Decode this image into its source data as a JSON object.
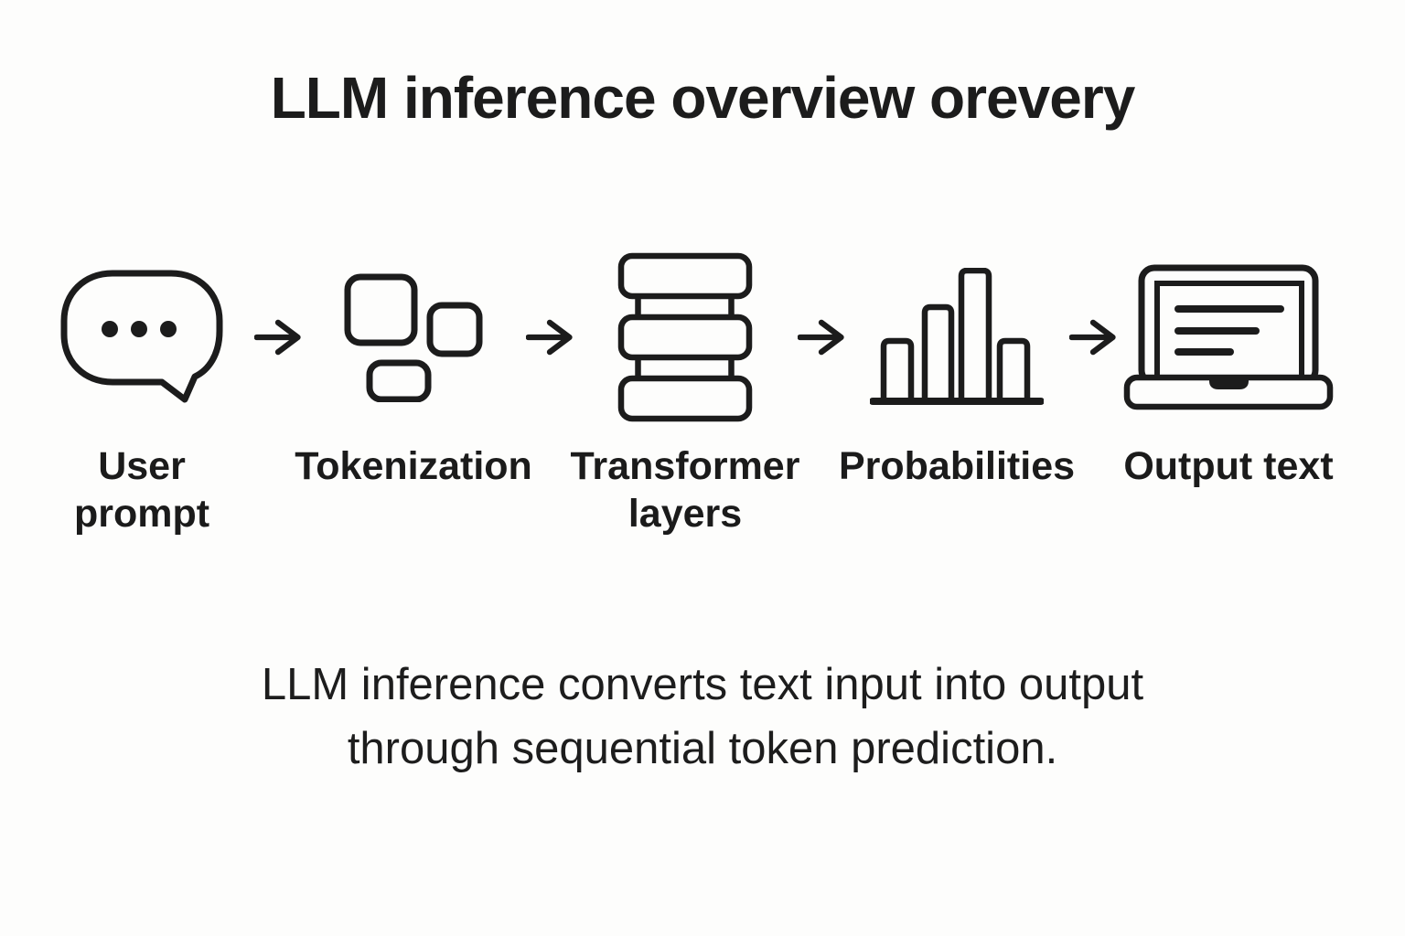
{
  "title": "LLM inference overview orevery",
  "colors": {
    "background": "#fdfdfc",
    "ink": "#1c1c1c"
  },
  "pipeline": {
    "arrow_icon": "arrow-right-icon",
    "stages": [
      {
        "icon": "speech-bubble-icon",
        "label": "User prompt",
        "label_lines": [
          "User",
          "prompt"
        ]
      },
      {
        "icon": "token-squares-icon",
        "label": "Tokenization",
        "label_lines": [
          "Tokenization"
        ]
      },
      {
        "icon": "stacked-layers-icon",
        "label": "Transformer layers",
        "label_lines": [
          "Transformer",
          "layers"
        ]
      },
      {
        "icon": "bar-chart-icon",
        "label": "Probabilities",
        "label_lines": [
          "Probabilities"
        ]
      },
      {
        "icon": "laptop-icon",
        "label": "Output text",
        "label_lines": [
          "Output text"
        ]
      }
    ]
  },
  "caption": {
    "lines": [
      "LLM inference converts text input into output",
      "through sequential token prediction."
    ]
  }
}
